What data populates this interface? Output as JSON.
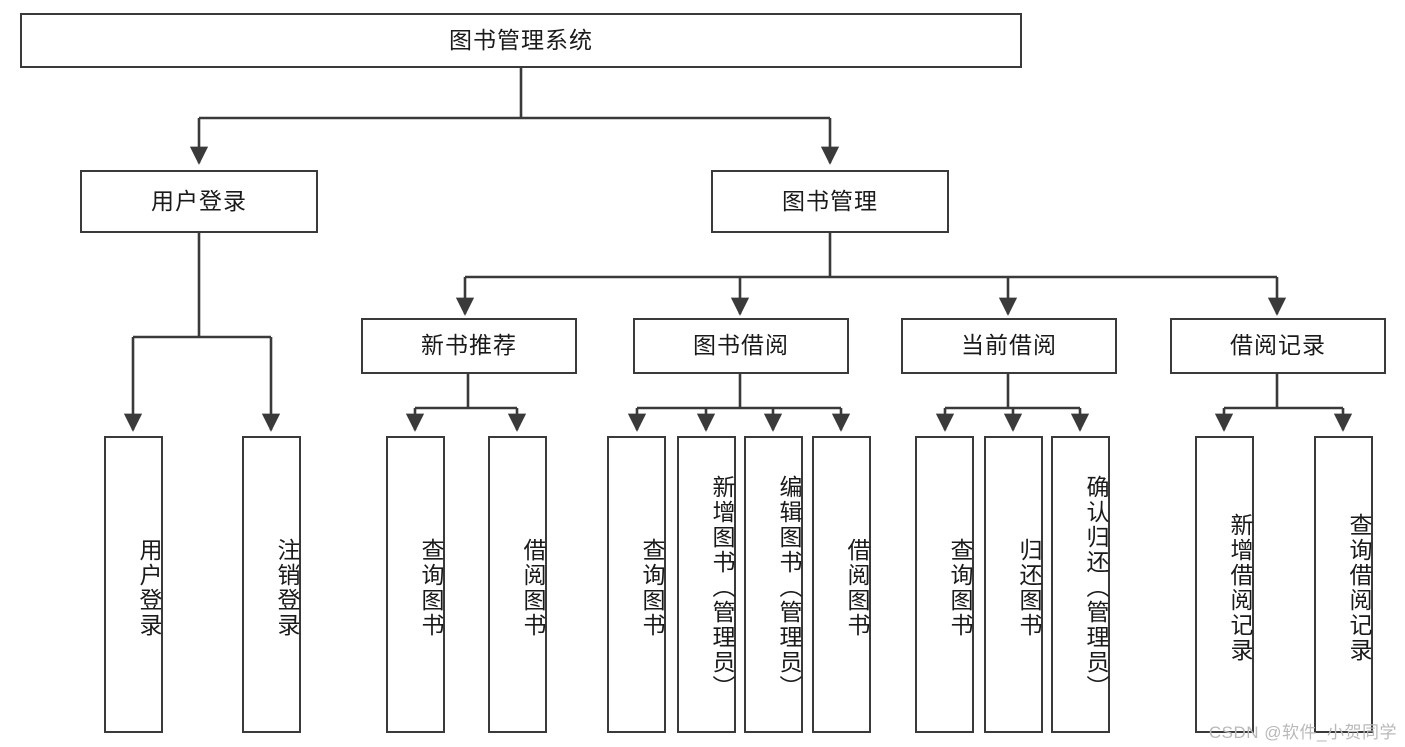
{
  "diagram": {
    "title": "图书管理系统",
    "type": "tree-hierarchy",
    "watermark": "CSDN @软件_小贺同学",
    "colors": {
      "background": "#ffffff",
      "box_border": "#3a3a3a",
      "edge": "#3a3a3a",
      "text": "#1a1a1a",
      "watermark": "#b9b9b9"
    },
    "root": {
      "id": "root",
      "label": "图书管理系统"
    },
    "level2": [
      {
        "id": "user-login",
        "label": "用户登录"
      },
      {
        "id": "book-manage",
        "label": "图书管理"
      }
    ],
    "level3": [
      {
        "id": "new-book-recommend",
        "label": "新书推荐",
        "parent": "book-manage"
      },
      {
        "id": "book-borrow",
        "label": "图书借阅",
        "parent": "book-manage"
      },
      {
        "id": "current-borrow",
        "label": "当前借阅",
        "parent": "book-manage"
      },
      {
        "id": "borrow-record",
        "label": "借阅记录",
        "parent": "book-manage"
      }
    ],
    "leaves": {
      "user_login": [
        {
          "id": "leaf-user-login",
          "label": "用户登录"
        },
        {
          "id": "leaf-user-logout",
          "label": "注销登录"
        }
      ],
      "new_book_recommend": [
        {
          "id": "leaf-query-book-1",
          "label": "查询图书"
        },
        {
          "id": "leaf-borrow-book-1",
          "label": "借阅图书"
        }
      ],
      "book_borrow": [
        {
          "id": "leaf-query-book-2",
          "label": "查询图书"
        },
        {
          "id": "leaf-add-book",
          "label": "新增图书（管理员）"
        },
        {
          "id": "leaf-edit-book",
          "label": "编辑图书（管理员）"
        },
        {
          "id": "leaf-borrow-book-2",
          "label": "借阅图书"
        }
      ],
      "current_borrow": [
        {
          "id": "leaf-query-book-3",
          "label": "查询图书"
        },
        {
          "id": "leaf-return-book",
          "label": "归还图书"
        },
        {
          "id": "leaf-confirm-return",
          "label": "确认归还（管理员）"
        }
      ],
      "borrow_record": [
        {
          "id": "leaf-add-record",
          "label": "新增借阅记录"
        },
        {
          "id": "leaf-query-record",
          "label": "查询借阅记录"
        }
      ]
    }
  }
}
